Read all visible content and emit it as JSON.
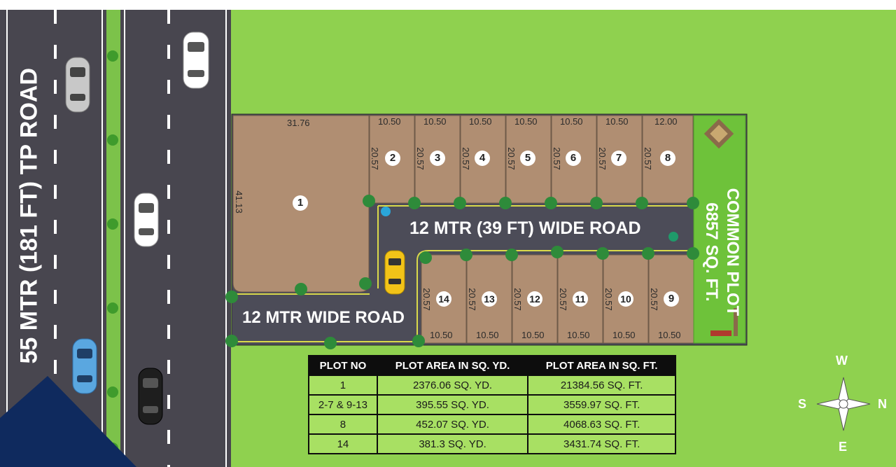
{
  "roads": {
    "highway_label": "55 MTR (181 FT) TP ROAD",
    "internal_road_label": "12 MTR (39 FT) WIDE ROAD",
    "side_road_label": "12 MTR WIDE ROAD"
  },
  "common_plot": {
    "label_line1": "COMMON PLOT",
    "label_line2": "6857 SQ. FT."
  },
  "plots": [
    {
      "no": "1",
      "width_label": "31.76",
      "depth_label": "41.13"
    },
    {
      "no": "2",
      "width_label": "10.50",
      "depth_label": "20.57"
    },
    {
      "no": "3",
      "width_label": "10.50",
      "depth_label": "20.57"
    },
    {
      "no": "4",
      "width_label": "10.50",
      "depth_label": "20.57"
    },
    {
      "no": "5",
      "width_label": "10.50",
      "depth_label": "20.57"
    },
    {
      "no": "6",
      "width_label": "10.50",
      "depth_label": "20.57"
    },
    {
      "no": "7",
      "width_label": "10.50",
      "depth_label": "20.57"
    },
    {
      "no": "8",
      "width_label": "12.00",
      "depth_label": "20.57"
    },
    {
      "no": "14",
      "width_label": "10.50",
      "depth_label": "20.57"
    },
    {
      "no": "13",
      "width_label": "10.50",
      "depth_label": "20.57"
    },
    {
      "no": "12",
      "width_label": "10.50",
      "depth_label": "20.57"
    },
    {
      "no": "11",
      "width_label": "10.50",
      "depth_label": "20.57"
    },
    {
      "no": "10",
      "width_label": "10.50",
      "depth_label": "20.57"
    },
    {
      "no": "9",
      "width_label": "10.50",
      "depth_label": "20.57"
    }
  ],
  "area_table": {
    "headers": [
      "PLOT NO",
      "PLOT AREA IN SQ. YD.",
      "PLOT AREA IN SQ. FT."
    ],
    "rows": [
      [
        "1",
        "2376.06 SQ. YD.",
        "21384.56 SQ. FT."
      ],
      [
        "2-7 & 9-13",
        "395.55 SQ. YD.",
        "3559.97 SQ. FT."
      ],
      [
        "8",
        "452.07 SQ. YD.",
        "4068.63 SQ. FT."
      ],
      [
        "14",
        "381.3 SQ. YD.",
        "3431.74 SQ. FT."
      ]
    ]
  },
  "compass": {
    "north": "N",
    "south": "S",
    "east": "E",
    "west": "W"
  },
  "colors": {
    "grass": "#8fd14f",
    "plot": "#b08e72",
    "road": "#4a4a55",
    "table_body": "#a8e063",
    "common_plot": "#6ec23a",
    "corner_triangle": "#0f2a5e"
  }
}
